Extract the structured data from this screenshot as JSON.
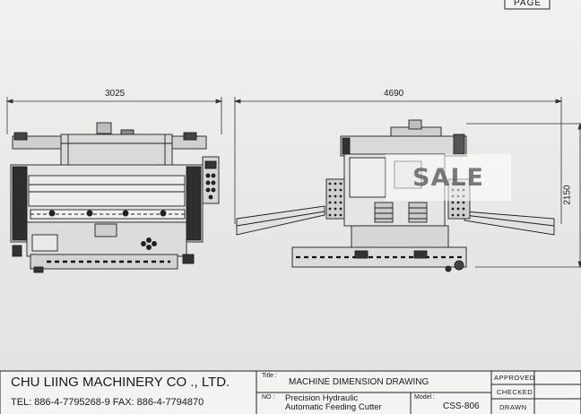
{
  "page_tab": "PAGE",
  "dimensions": {
    "front_width": "3025",
    "side_length": "4690",
    "height": "2150"
  },
  "watermark": "SALE",
  "title_block": {
    "company": "CHU LIING MACHINERY CO ., LTD.",
    "contact": "TEL: 886-4-7795268-9   FAX: 886-4-7794870",
    "title_label": "Title :",
    "title_value": "MACHINE DIMENSION DRAWING",
    "no_label": "NO :",
    "description_line1": "Precision Hydraulic",
    "description_line2": "Automatic Feeding Cutter",
    "model_label": "Model :",
    "model_value": "CSS-806",
    "approved": "APPROVED",
    "checked": "CHECKED",
    "drawn": "DRAWN"
  }
}
